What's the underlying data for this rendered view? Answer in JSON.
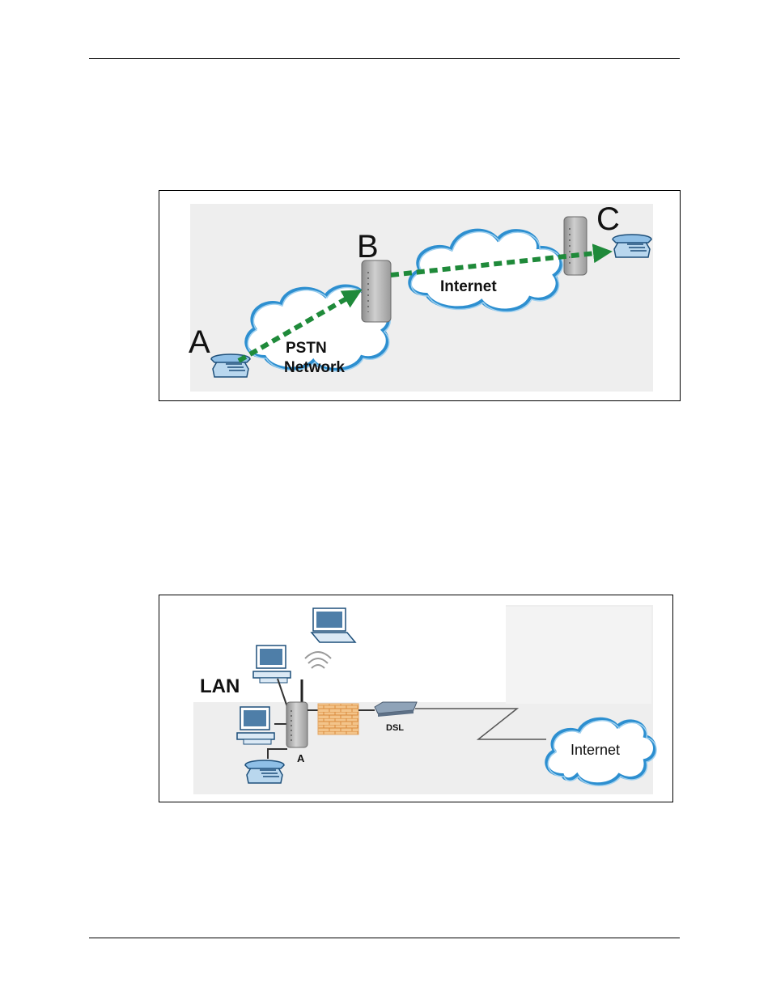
{
  "figure1": {
    "node_a": "A",
    "node_b": "B",
    "node_c": "C",
    "pstn_line1": "PSTN",
    "pstn_line2": "Network",
    "internet": "Internet"
  },
  "figure2": {
    "lan": "LAN",
    "router_label": "A",
    "dsl": "DSL",
    "internet": "Internet"
  },
  "colors": {
    "cloud_outline": "#2d8fd0",
    "cloud_fill": "#ffffff",
    "call_path": "#1f8a3a",
    "scene_bg": "#eeeeee",
    "firewall": "#e8a95c"
  }
}
